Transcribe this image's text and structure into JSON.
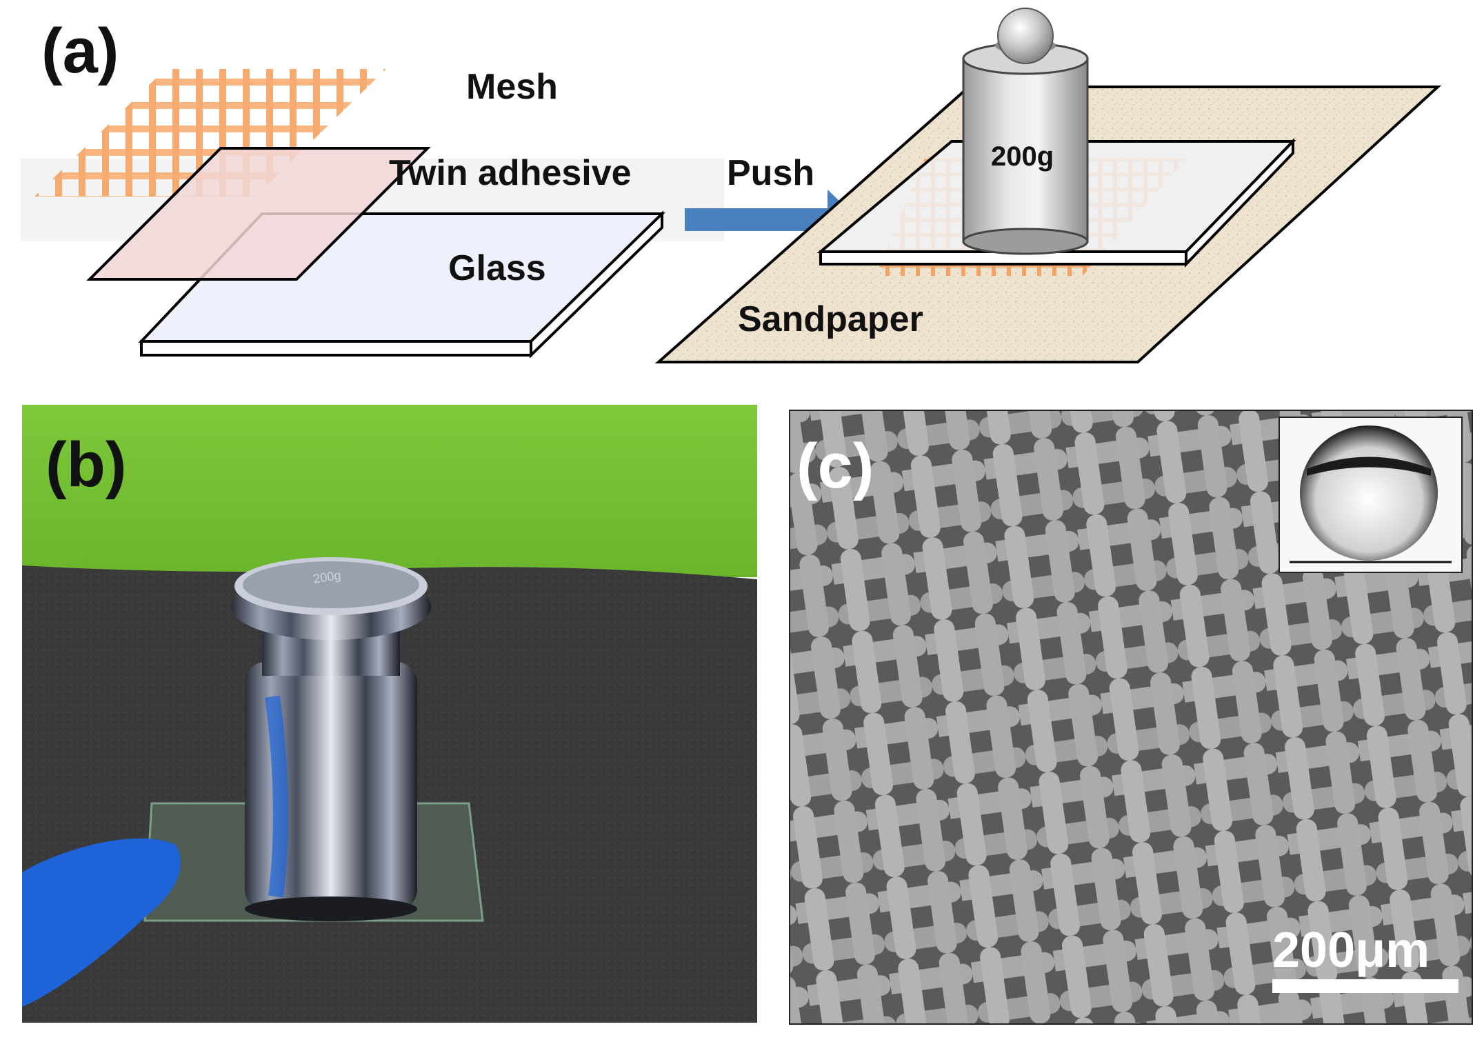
{
  "panel_a": {
    "tag": "(a)",
    "mesh_label": "Mesh",
    "adhesive_label": "Twin adhesive",
    "glass_label": "Glass",
    "push_label": "Push",
    "weight_label": "200g",
    "sandpaper_label": "Sandpaper"
  },
  "panel_b": {
    "tag": "(b)",
    "weight_engraving": "200g"
  },
  "panel_c": {
    "tag": "(c)",
    "scale_label": "200μm"
  },
  "colors": {
    "mesh": "#f7b27a",
    "adhesive": "#f1d7d6",
    "glass": "#eef1fb",
    "arrow": "#4a7fbf",
    "sandpaper": "#efe3cf",
    "green_backdrop": "#7cc63a",
    "felt": "#3a3a3a",
    "glove": "#1e64d8",
    "sem_bg": "#6e6e6e"
  }
}
